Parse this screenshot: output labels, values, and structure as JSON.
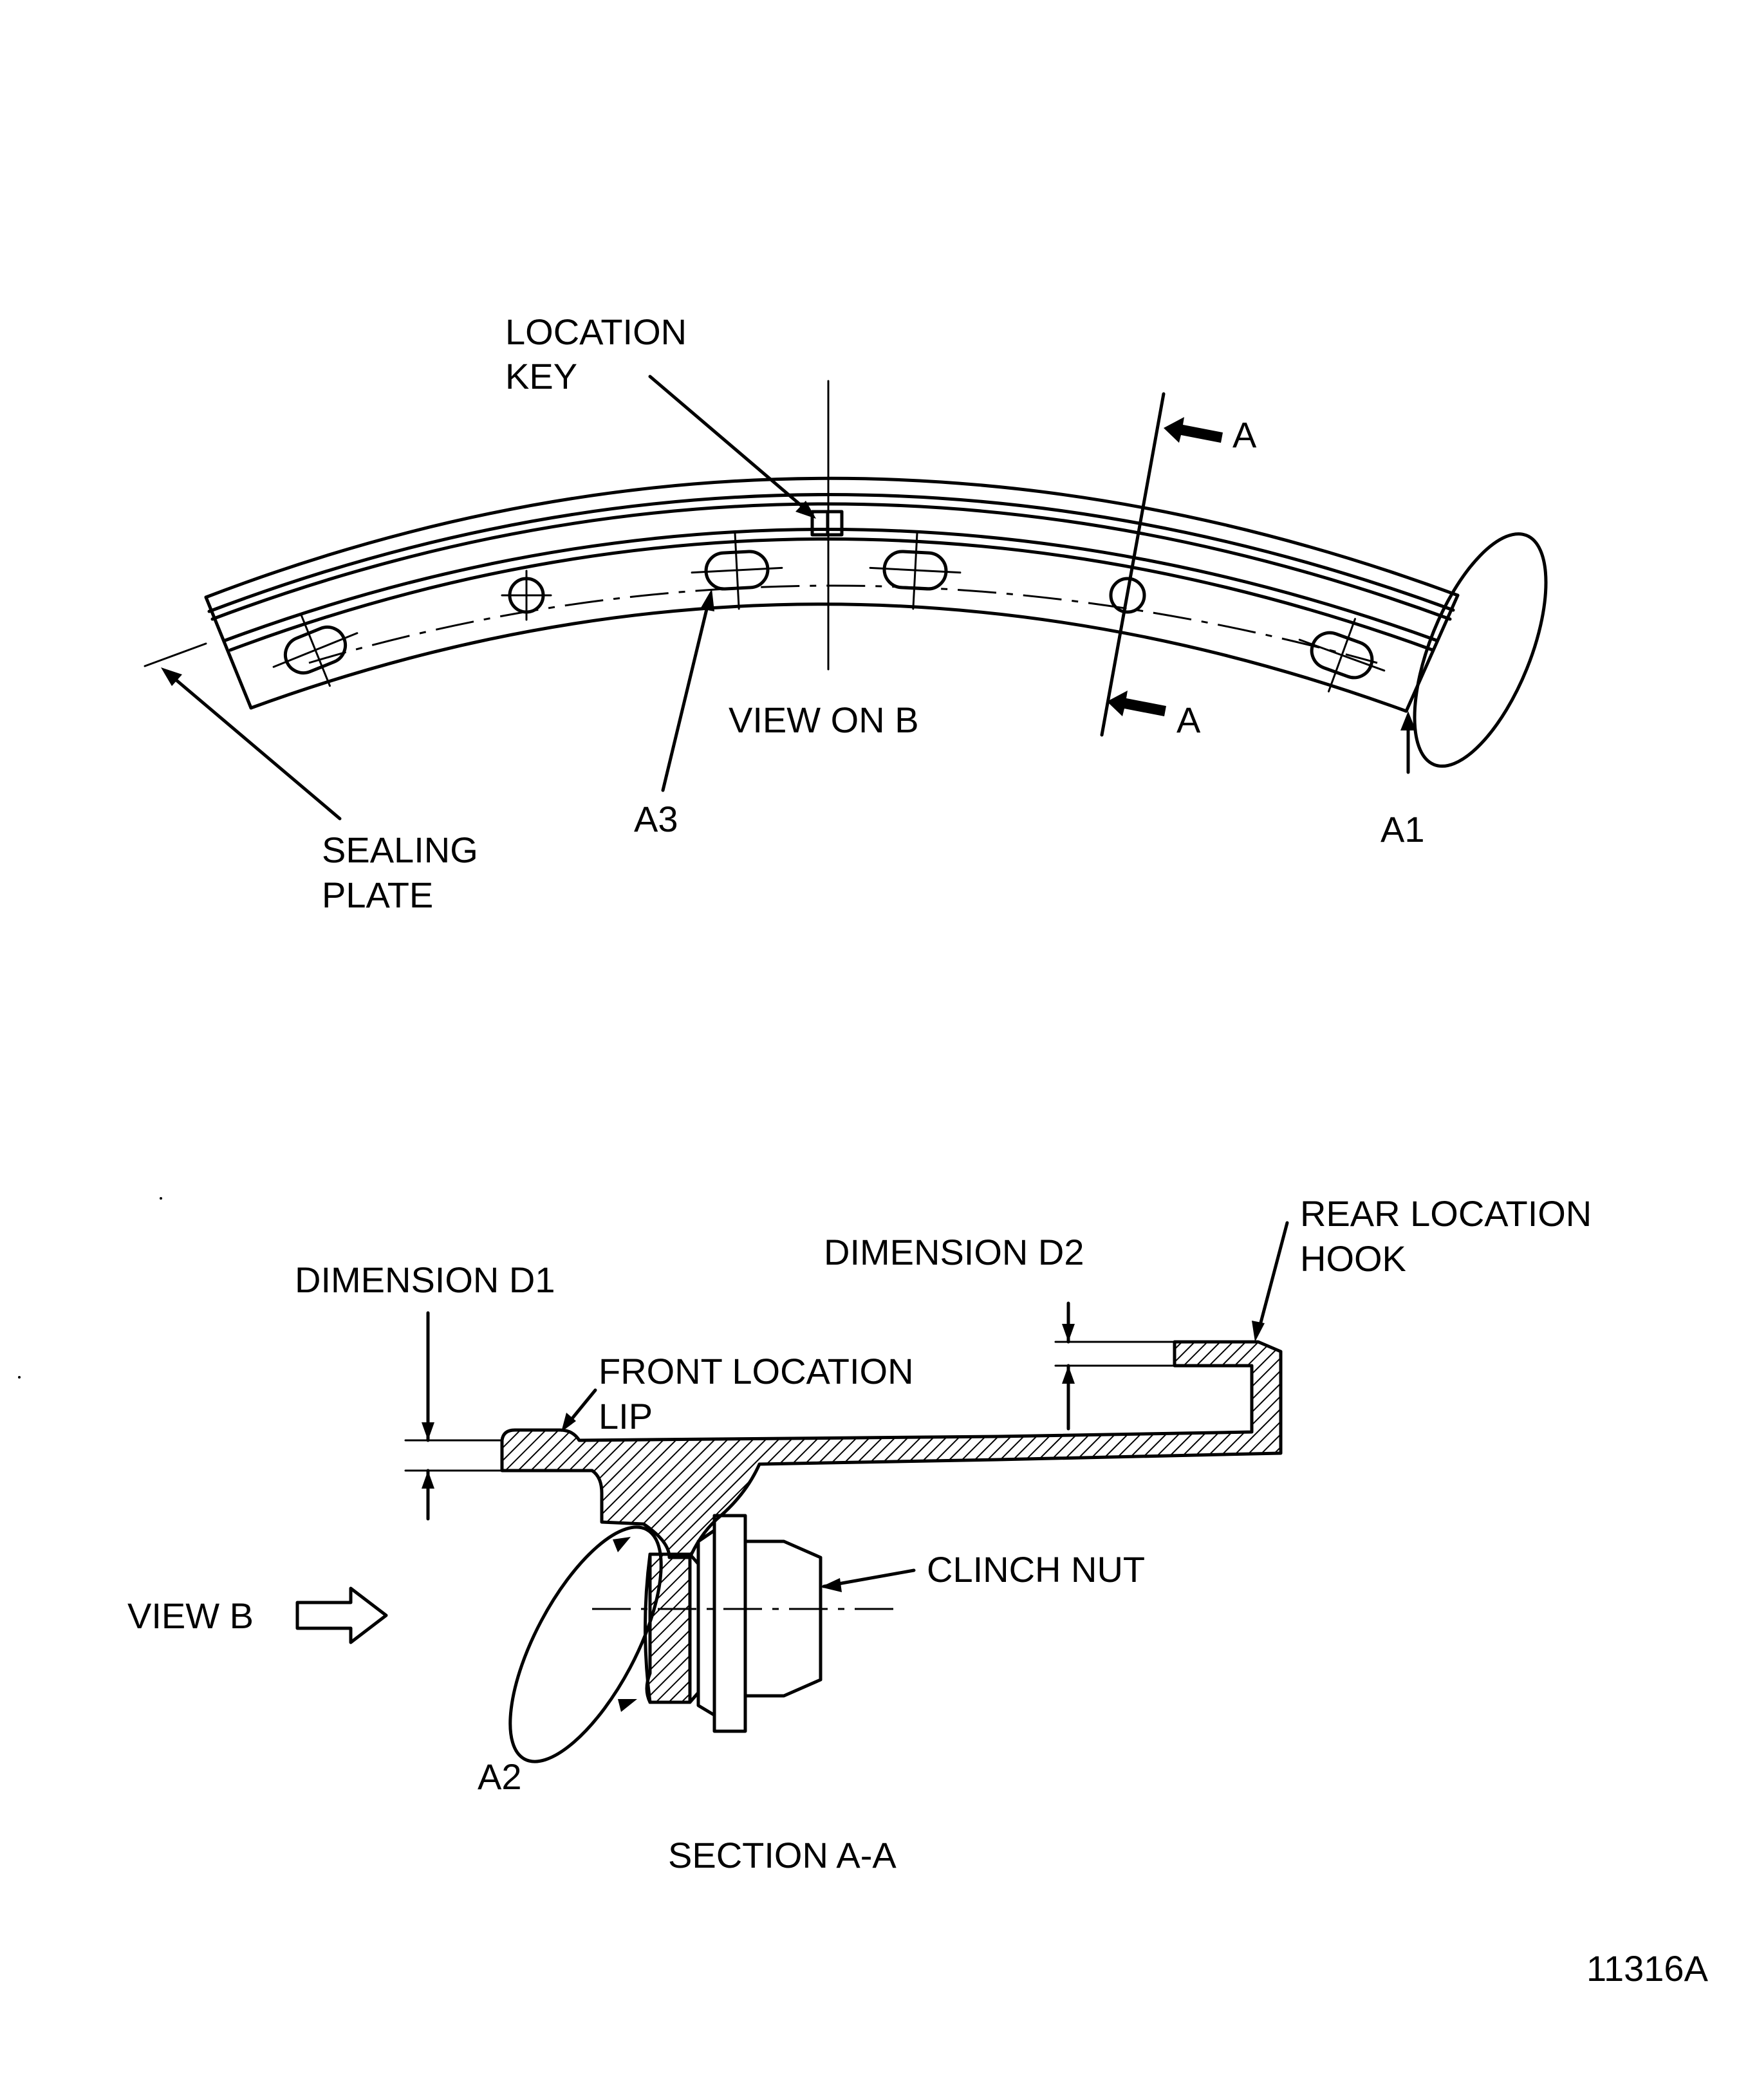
{
  "labels": {
    "location_key_line1": "LOCATION",
    "location_key_line2": "KEY",
    "section_mark_top": "A",
    "section_mark_bottom": "A",
    "view_on_b": "VIEW ON B",
    "sealing_plate_line1": "SEALING",
    "sealing_plate_line2": "PLATE",
    "a3": "A3",
    "a1": "A1",
    "dimension_d1": "DIMENSION D1",
    "dimension_d2": "DIMENSION D2",
    "rear_location_hook_line1": "REAR LOCATION",
    "rear_location_hook_line2": "HOOK",
    "front_location_lip_line1": "FRONT LOCATION",
    "front_location_lip_line2": "LIP",
    "clinch_nut": "CLINCH NUT",
    "view_b": "VIEW B",
    "a2": "A2",
    "section_a_a": "SECTION A-A",
    "figure_number": "11316A"
  }
}
